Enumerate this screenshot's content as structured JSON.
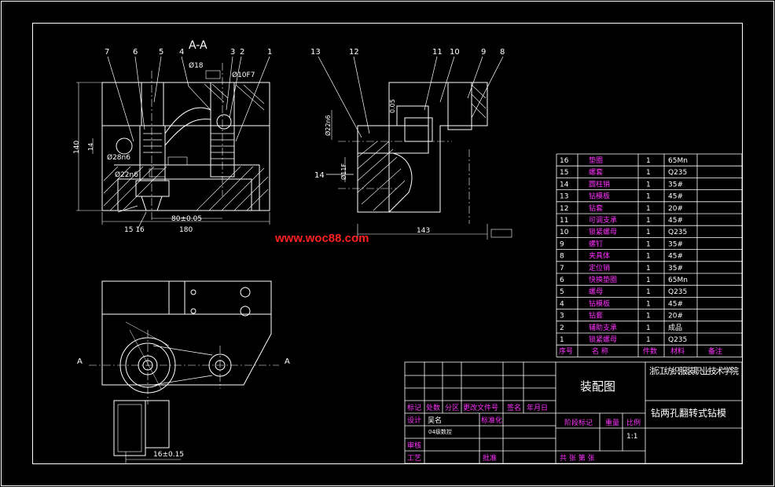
{
  "section_title": "A-A",
  "watermark": "www.woc88.com",
  "colors": {
    "background": "#000000",
    "line": "#ffffff",
    "magenta": "#ff33ff",
    "watermark": "#ff2020"
  },
  "view1": {
    "callouts": [
      "7",
      "6",
      "5",
      "4",
      "3",
      "2",
      "1"
    ],
    "bottom_callouts": "15 16",
    "dims": {
      "height": "140",
      "inner": "14",
      "width": "180",
      "center": "80±0.05",
      "bore_top": "Ø18",
      "bore_right": "Ø10F7",
      "dia_left": "Ø28n6",
      "dia_low": "Ø22n6"
    }
  },
  "view2": {
    "callouts": [
      "13",
      "12",
      "11",
      "10",
      "9",
      "8"
    ],
    "left_callout": "14",
    "dims": {
      "width": "143",
      "tol_top": "0.05",
      "dia": "Ø22n6",
      "dia2": "Ø11F"
    }
  },
  "view3": {
    "section_mark": "A",
    "dim": "16±0.15"
  },
  "parts_list": {
    "rows": [
      {
        "no": "16",
        "name": "垫圈",
        "qty": "1",
        "material": "65Mn",
        "note": ""
      },
      {
        "no": "15",
        "name": "螺套",
        "qty": "1",
        "material": "Q235",
        "note": ""
      },
      {
        "no": "14",
        "name": "圆柱销",
        "qty": "1",
        "material": "35#",
        "note": ""
      },
      {
        "no": "13",
        "name": "钻模板",
        "qty": "1",
        "material": "45#",
        "note": ""
      },
      {
        "no": "12",
        "name": "钻套",
        "qty": "1",
        "material": "20#",
        "note": ""
      },
      {
        "no": "11",
        "name": "可调支承",
        "qty": "1",
        "material": "45#",
        "note": ""
      },
      {
        "no": "10",
        "name": "锁紧螺母",
        "qty": "1",
        "material": "Q235",
        "note": ""
      },
      {
        "no": "9",
        "name": "螺钉",
        "qty": "1",
        "material": "35#",
        "note": ""
      },
      {
        "no": "8",
        "name": "夹具体",
        "qty": "1",
        "material": "45#",
        "note": ""
      },
      {
        "no": "7",
        "name": "定位销",
        "qty": "1",
        "material": "35#",
        "note": ""
      },
      {
        "no": "6",
        "name": "快换垫圈",
        "qty": "1",
        "material": "65Mn",
        "note": ""
      },
      {
        "no": "5",
        "name": "螺母",
        "qty": "1",
        "material": "Q235",
        "note": ""
      },
      {
        "no": "4",
        "name": "钻模板",
        "qty": "1",
        "material": "45#",
        "note": ""
      },
      {
        "no": "3",
        "name": "钻套",
        "qty": "1",
        "material": "20#",
        "note": ""
      },
      {
        "no": "2",
        "name": "辅助支承",
        "qty": "1",
        "material": "成品",
        "note": ""
      },
      {
        "no": "1",
        "name": "锁紧螺母",
        "qty": "1",
        "material": "Q235",
        "note": ""
      }
    ],
    "header": {
      "no": "序号",
      "name": "名  称",
      "qty": "件数",
      "material": "材料",
      "note": "备注"
    }
  },
  "title_block": {
    "drawing_name": "装配图",
    "school": "浙江纺织服装职业技术学院",
    "product": "钻两孔翻转式钻模",
    "row_labels": [
      "标记",
      "处数",
      "分区",
      "更改文件号",
      "签名",
      "年月日"
    ],
    "design": "设计",
    "designer": "吴名",
    "standardize": "标准化",
    "student_id": "04级数控",
    "stage_mark": "阶段标记",
    "weight": "重量",
    "scale_label": "比例",
    "scale": "1:1",
    "review": "审核",
    "process": "工艺",
    "approve": "批准",
    "sheets": "共   张  第   张"
  }
}
